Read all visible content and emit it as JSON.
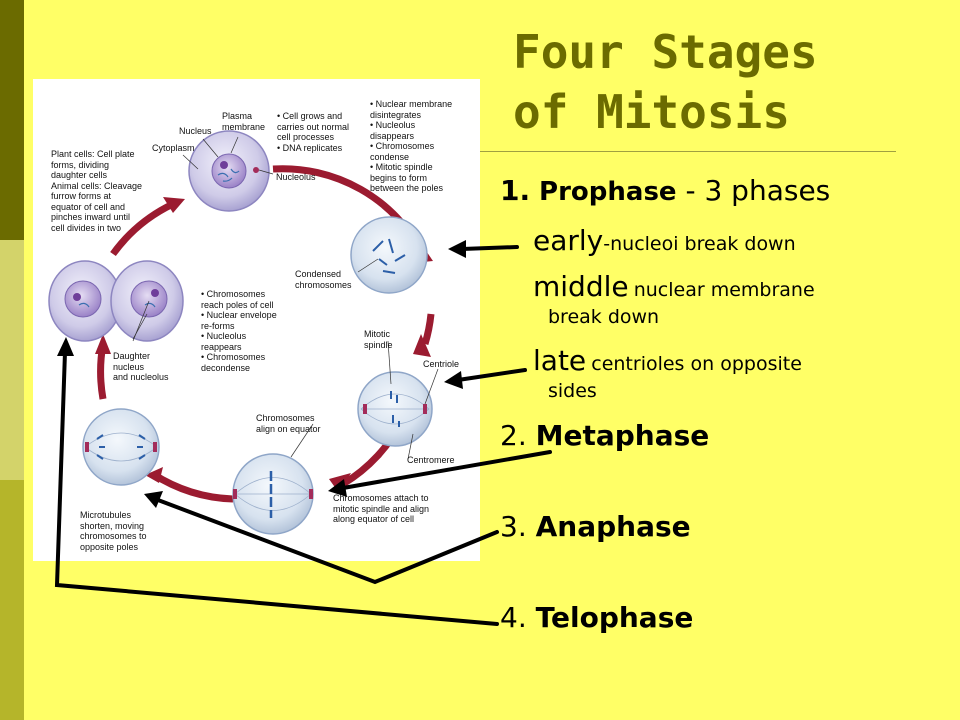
{
  "slide": {
    "title_line1": "Four Stages",
    "title_line2": "of Mitosis",
    "stages": {
      "prophase": {
        "number": "1.",
        "name": "Prophase",
        "suffix": "- 3 phases"
      },
      "early": {
        "term": "early",
        "desc": "-nucleoi break down"
      },
      "middle": {
        "term": "middle",
        "desc_line1": "nuclear membrane",
        "desc_line2": "break down"
      },
      "late": {
        "term": "late",
        "desc_line1": "centrioles on opposite",
        "desc_line2": "sides"
      },
      "metaphase": {
        "number": "2.",
        "name": "Metaphase"
      },
      "anaphase": {
        "number": "3.",
        "name": "Anaphase"
      },
      "telophase": {
        "number": "4.",
        "name": "Telophase"
      }
    }
  },
  "diagram": {
    "labels": {
      "nucleus": "Nucleus",
      "plasma_membrane": "Plasma\nmembrane",
      "cytoplasm": "Cytoplasm",
      "nucleolus": "Nucleolus",
      "interphase_notes": "• Cell grows and\n  carries out normal\n  cell processes\n• DNA replicates",
      "prophase_notes": "• Nuclear membrane\n  disintegrates\n• Nucleolus\n  disappears\n• Chromosomes\n  condense\n• Mitotic spindle\n  begins to form\n  between the poles",
      "cytokinesis_notes": "Plant cells: Cell plate\nforms, dividing\ndaughter cells\nAnimal cells: Cleavage\nfurrow forms at\nequator of cell and\npinches inward until\ncell divides in two",
      "condensed_chromosomes": "Condensed\nchromosomes",
      "telophase_notes": "• Chromosomes\n  reach poles of cell\n• Nuclear envelope\n  re-forms\n• Nucleolus\n  reappears\n• Chromosomes\n  decondense",
      "mitotic_spindle": "Mitotic\nspindle",
      "centriole": "Centriole",
      "daughter_nucleus": "Daughter\nnucleus\nand nucleolus",
      "chromosomes_align": "Chromosomes\nalign on equator",
      "centromere": "Centromere",
      "chromosomes_attach": "Chromosomes attach to\nmitotic spindle and align\nalong equator of cell",
      "microtubules": "Microtubules\nshorten, moving\nchromosomes to\nopposite poles"
    }
  },
  "colors": {
    "background": "#FFFF66",
    "title": "#6B6B00",
    "cycle_arrow": "#9B1B30",
    "cell_fill": "#C9C6E6"
  }
}
